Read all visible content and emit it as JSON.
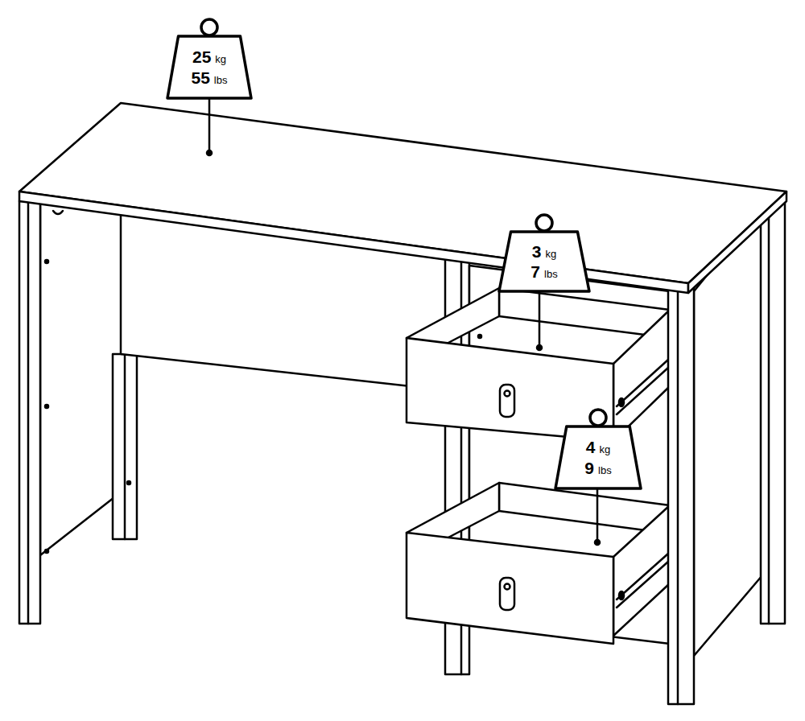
{
  "diagram": {
    "nodes": [
      {
        "text": [
          "25",
          "kg",
          "55",
          "lbs"
        ]
      },
      {
        "text": [
          "3",
          "kg",
          "7",
          "lbs"
        ]
      },
      {
        "text": [
          "4",
          "kg",
          "9",
          "lbs"
        ]
      }
    ]
  }
}
